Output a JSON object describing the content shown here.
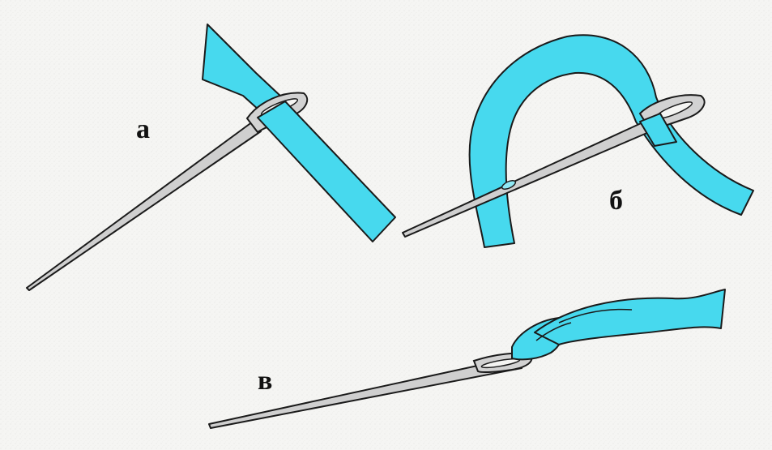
{
  "labels": {
    "a": "а",
    "b": "б",
    "v": "в"
  },
  "colors": {
    "background": "#f4f4f2",
    "ribbon": "#47d9ee",
    "ribbon_outline": "#1a1a1a",
    "needle": "#c9c9c9",
    "needle_outline": "#1a1a1a"
  }
}
